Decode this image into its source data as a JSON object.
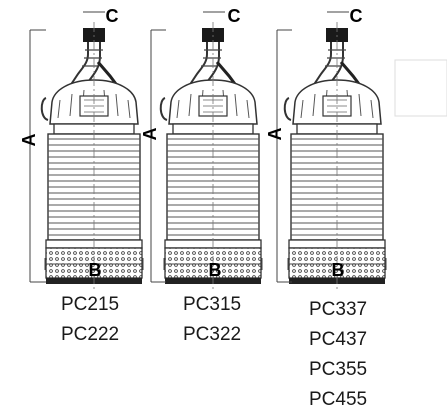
{
  "pumps": [
    {
      "dim_a": "A",
      "dim_b": "B",
      "dim_c": "C",
      "models": [
        "PC215",
        "PC222"
      ]
    },
    {
      "dim_a": "A",
      "dim_b": "B",
      "dim_c": "C",
      "models": [
        "PC315",
        "PC322"
      ]
    },
    {
      "dim_a": "A",
      "dim_b": "B",
      "dim_c": "C",
      "models": [
        "PC337",
        "PC437",
        "PC355",
        "PC455"
      ]
    }
  ]
}
